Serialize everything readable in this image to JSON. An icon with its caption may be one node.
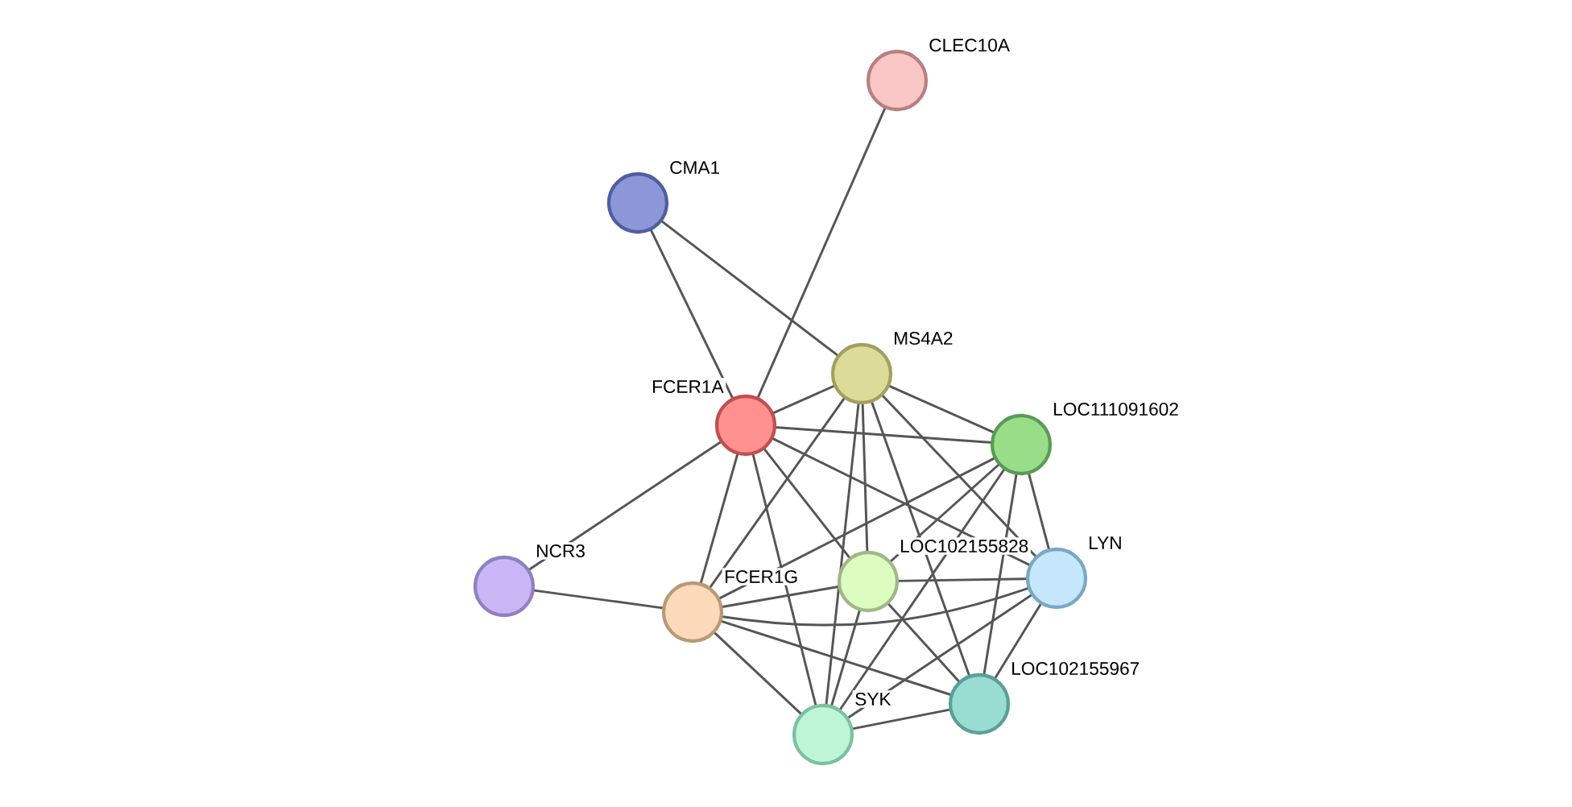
{
  "diagram": {
    "nodes": [
      {
        "text": [
          "CLEC10A"
        ]
      },
      {
        "text": [
          "CMA1"
        ]
      },
      {
        "text": [
          "MS4A2"
        ]
      },
      {
        "text": [
          "FCER1A"
        ]
      },
      {
        "text": [
          "LOC111091602"
        ]
      },
      {
        "text": [
          "NCR3"
        ]
      },
      {
        "text": [
          "FCER1G"
        ]
      },
      {
        "text": [
          "LOC102155828"
        ]
      },
      {
        "text": [
          "LYN"
        ]
      },
      {
        "text": [
          "LOC102155967"
        ]
      },
      {
        "text": [
          "SYK"
        ]
      }
    ],
    "edges": [
      {
        "from": 0,
        "to": 3,
        "arrow": "none"
      },
      {
        "from": 1,
        "to": 3,
        "arrow": "none"
      },
      {
        "from": 1,
        "to": 2,
        "arrow": "none"
      },
      {
        "from": 3,
        "to": 2,
        "arrow": "none"
      },
      {
        "from": 3,
        "to": 4,
        "arrow": "none"
      },
      {
        "from": 3,
        "to": 5,
        "arrow": "none"
      },
      {
        "from": 3,
        "to": 6,
        "arrow": "none"
      },
      {
        "from": 3,
        "to": 7,
        "arrow": "none"
      },
      {
        "from": 3,
        "to": 8,
        "arrow": "none"
      },
      {
        "from": 3,
        "to": 10,
        "arrow": "none"
      },
      {
        "from": 5,
        "to": 6,
        "arrow": "none"
      },
      {
        "from": 2,
        "to": 6,
        "arrow": "none"
      },
      {
        "from": 2,
        "to": 4,
        "arrow": "none"
      },
      {
        "from": 2,
        "to": 7,
        "arrow": "none"
      },
      {
        "from": 2,
        "to": 8,
        "arrow": "none"
      },
      {
        "from": 2,
        "to": 10,
        "arrow": "none"
      },
      {
        "from": 2,
        "to": 9,
        "arrow": "none"
      },
      {
        "from": 4,
        "to": 6,
        "arrow": "none"
      },
      {
        "from": 4,
        "to": 7,
        "arrow": "none"
      },
      {
        "from": 4,
        "to": 8,
        "arrow": "none"
      },
      {
        "from": 4,
        "to": 10,
        "arrow": "none"
      },
      {
        "from": 4,
        "to": 9,
        "arrow": "none"
      },
      {
        "from": 6,
        "to": 7,
        "arrow": "none"
      },
      {
        "from": 6,
        "to": 8,
        "arrow": "none"
      },
      {
        "from": 6,
        "to": 10,
        "arrow": "none"
      },
      {
        "from": 6,
        "to": 9,
        "arrow": "none"
      },
      {
        "from": 7,
        "to": 8,
        "arrow": "none"
      },
      {
        "from": 7,
        "to": 10,
        "arrow": "none"
      },
      {
        "from": 7,
        "to": 9,
        "arrow": "none"
      },
      {
        "from": 8,
        "to": 10,
        "arrow": "none"
      },
      {
        "from": 8,
        "to": 9,
        "arrow": "none"
      },
      {
        "from": 10,
        "to": 9,
        "arrow": "none"
      }
    ]
  }
}
